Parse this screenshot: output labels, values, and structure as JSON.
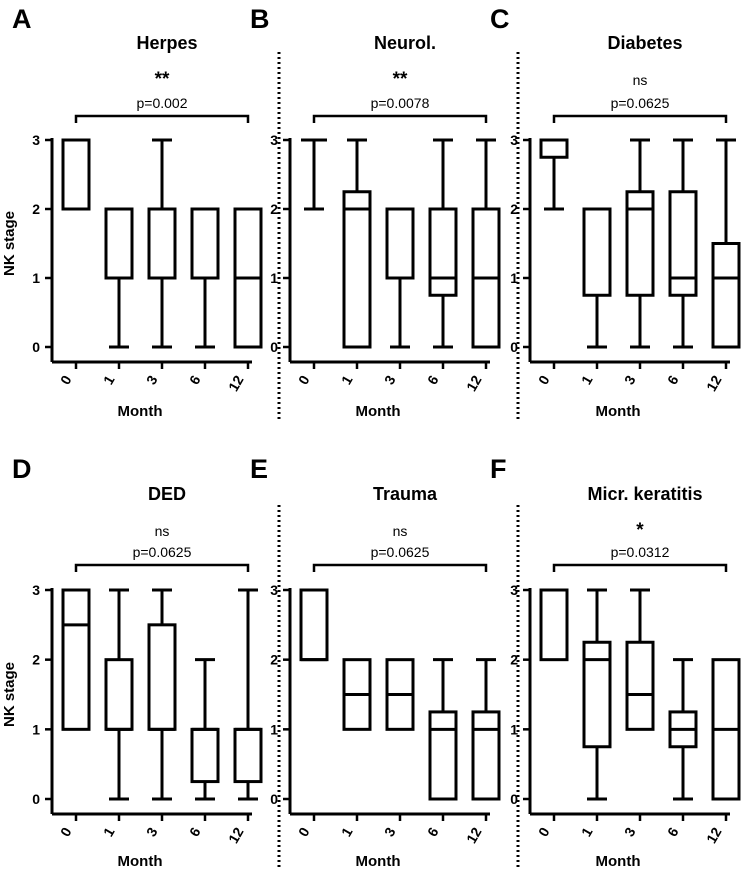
{
  "figure": {
    "x_axis_label": "Month",
    "y_axis_label": "NK stage"
  },
  "chart_data": [
    {
      "panel": "A",
      "title": "Herpes",
      "type": "box",
      "categories": [
        "0",
        "1",
        "3",
        "6",
        "12"
      ],
      "xlabel": "Month",
      "ylabel": "NK stage",
      "ylim": [
        0,
        3
      ],
      "yticks": [
        0,
        1,
        2,
        3
      ],
      "significance": "**",
      "p_value": "p=0.002",
      "boxes": [
        {
          "min": 2,
          "q1": 2,
          "median": 3,
          "q3": 3,
          "max": 3
        },
        {
          "min": 0,
          "q1": 1,
          "median": 1,
          "q3": 2,
          "max": 2
        },
        {
          "min": 0,
          "q1": 1,
          "median": 1,
          "q3": 2,
          "max": 3
        },
        {
          "min": 0,
          "q1": 1,
          "median": 1,
          "q3": 2,
          "max": 2
        },
        {
          "min": 0,
          "q1": 0,
          "median": 1,
          "q3": 2,
          "max": 2
        }
      ]
    },
    {
      "panel": "B",
      "title": "Neurol.",
      "type": "box",
      "categories": [
        "0",
        "1",
        "3",
        "6",
        "12"
      ],
      "xlabel": "Month",
      "ylabel": "",
      "ylim": [
        0,
        3
      ],
      "yticks": [
        0,
        1,
        2,
        3
      ],
      "significance": "**",
      "p_value": "p=0.0078",
      "boxes": [
        {
          "min": 2,
          "q1": 3,
          "median": 3,
          "q3": 3,
          "max": 3
        },
        {
          "min": 0,
          "q1": 0,
          "median": 2,
          "q3": 2.25,
          "max": 3
        },
        {
          "min": 0,
          "q1": 1,
          "median": 1,
          "q3": 2,
          "max": 2
        },
        {
          "min": 0,
          "q1": 0.75,
          "median": 1,
          "q3": 2,
          "max": 3
        },
        {
          "min": 0,
          "q1": 0,
          "median": 1,
          "q3": 2,
          "max": 3
        }
      ]
    },
    {
      "panel": "C",
      "title": "Diabetes",
      "type": "box",
      "categories": [
        "0",
        "1",
        "3",
        "6",
        "12"
      ],
      "xlabel": "Month",
      "ylabel": "",
      "ylim": [
        0,
        3
      ],
      "yticks": [
        0,
        1,
        2,
        3
      ],
      "significance": "ns",
      "p_value": "p=0.0625",
      "boxes": [
        {
          "min": 2,
          "q1": 2.75,
          "median": 3,
          "q3": 3,
          "max": 3
        },
        {
          "min": 0,
          "q1": 0.75,
          "median": 2,
          "q3": 2,
          "max": 2
        },
        {
          "min": 0,
          "q1": 0.75,
          "median": 2,
          "q3": 2.25,
          "max": 3
        },
        {
          "min": 0,
          "q1": 0.75,
          "median": 1,
          "q3": 2.25,
          "max": 3
        },
        {
          "min": 0,
          "q1": 0,
          "median": 1,
          "q3": 1.5,
          "max": 3
        }
      ]
    },
    {
      "panel": "D",
      "title": "DED",
      "type": "box",
      "categories": [
        "0",
        "1",
        "3",
        "6",
        "12"
      ],
      "xlabel": "Month",
      "ylabel": "NK stage",
      "ylim": [
        0,
        3
      ],
      "yticks": [
        0,
        1,
        2,
        3
      ],
      "significance": "ns",
      "p_value": "p=0.0625",
      "boxes": [
        {
          "min": 1,
          "q1": 1,
          "median": 2.5,
          "q3": 3,
          "max": 3
        },
        {
          "min": 0,
          "q1": 1,
          "median": 1,
          "q3": 2,
          "max": 3
        },
        {
          "min": 0,
          "q1": 1,
          "median": 1,
          "q3": 2.5,
          "max": 3
        },
        {
          "min": 0,
          "q1": 0.25,
          "median": 1,
          "q3": 1,
          "max": 2
        },
        {
          "min": 0,
          "q1": 0.25,
          "median": 1,
          "q3": 1,
          "max": 3
        }
      ]
    },
    {
      "panel": "E",
      "title": "Trauma",
      "type": "box",
      "categories": [
        "0",
        "1",
        "3",
        "6",
        "12"
      ],
      "xlabel": "Month",
      "ylabel": "",
      "ylim": [
        0,
        3
      ],
      "yticks": [
        0,
        1,
        2,
        3
      ],
      "significance": "ns",
      "p_value": "p=0.0625",
      "boxes": [
        {
          "min": 2,
          "q1": 2,
          "median": 2,
          "q3": 3,
          "max": 3
        },
        {
          "min": 1,
          "q1": 1,
          "median": 1.5,
          "q3": 2,
          "max": 2
        },
        {
          "min": 1,
          "q1": 1,
          "median": 1.5,
          "q3": 2,
          "max": 2
        },
        {
          "min": 0,
          "q1": 0,
          "median": 1,
          "q3": 1.25,
          "max": 2
        },
        {
          "min": 0,
          "q1": 0,
          "median": 1,
          "q3": 1.25,
          "max": 2
        }
      ]
    },
    {
      "panel": "F",
      "title": "Micr. keratitis",
      "type": "box",
      "categories": [
        "0",
        "1",
        "3",
        "6",
        "12"
      ],
      "xlabel": "Month",
      "ylabel": "",
      "ylim": [
        0,
        3
      ],
      "yticks": [
        0,
        1,
        2,
        3
      ],
      "significance": "*",
      "p_value": "p=0.0312",
      "boxes": [
        {
          "min": 2,
          "q1": 2,
          "median": 3,
          "q3": 3,
          "max": 3
        },
        {
          "min": 0,
          "q1": 0.75,
          "median": 2,
          "q3": 2.25,
          "max": 3
        },
        {
          "min": 1,
          "q1": 1,
          "median": 1.5,
          "q3": 2.25,
          "max": 3
        },
        {
          "min": 0,
          "q1": 0.75,
          "median": 1,
          "q3": 1.25,
          "max": 2
        },
        {
          "min": 0,
          "q1": 0,
          "median": 1,
          "q3": 2,
          "max": 2
        }
      ]
    }
  ]
}
